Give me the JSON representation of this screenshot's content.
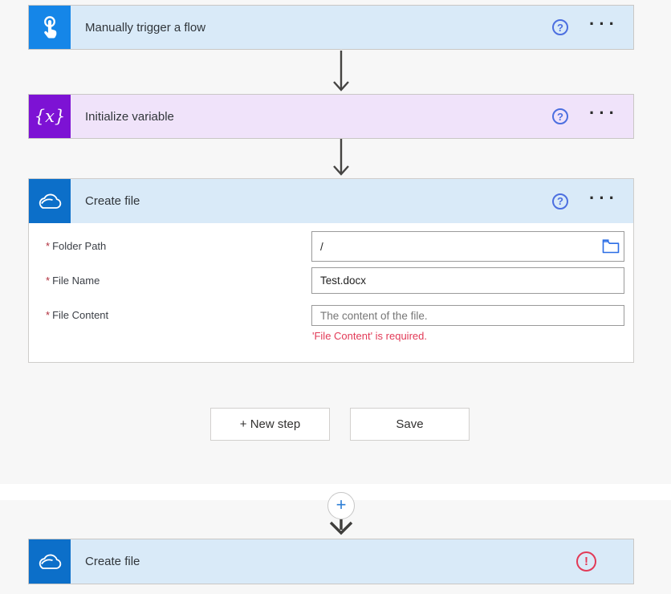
{
  "colors": {
    "page_bg": "#f7f7f7",
    "card_header_blue": "#d9eaf8",
    "card_header_purple": "#f0e3fa",
    "trigger_icon_bg": "#1586e8",
    "variable_icon_bg": "#7d12d4",
    "onedrive_icon_bg": "#0c6fc9",
    "help_icon_blue": "#4c6fe0",
    "arrow_gray": "#454442",
    "input_border_gray": "#9a9a9a",
    "folder_icon_blue": "#2b6de5",
    "error_red": "#e23a57",
    "required_red": "#b02e3c"
  },
  "cards": {
    "trigger": {
      "title": "Manually trigger a flow"
    },
    "variable": {
      "title": "Initialize variable",
      "icon_glyph": "{x}"
    },
    "create_file": {
      "title": "Create file"
    },
    "create_file_bottom": {
      "title": "Create file"
    }
  },
  "icons": {
    "help_glyph": "?",
    "ellipsis_glyph": "···",
    "plus_glyph": "+",
    "error_glyph": "!"
  },
  "form": {
    "folder_path": {
      "required_mark": "*",
      "label": "Folder Path",
      "value": "/"
    },
    "file_name": {
      "required_mark": "*",
      "label": "File Name",
      "value": "Test.docx"
    },
    "file_content": {
      "required_mark": "*",
      "label": "File Content",
      "placeholder": "The content of the file.",
      "error": "'File Content' is required."
    }
  },
  "buttons": {
    "new_step": "+ New step",
    "save": "Save"
  }
}
